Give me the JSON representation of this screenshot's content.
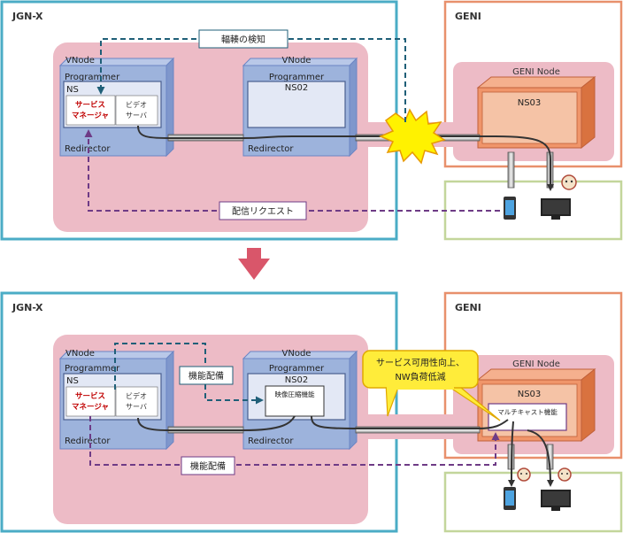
{
  "top": {
    "jgn_label": "JGN-X",
    "geni_label": "GENI",
    "vnode1": {
      "vnode": "VNode",
      "programmer": "Programmer",
      "ns": "NS",
      "service_manager": [
        "サービス",
        "マネージャ"
      ],
      "video_server": [
        "ビデオ",
        "サーバ"
      ],
      "redirector": "Redirector"
    },
    "vnode2": {
      "vnode": "VNode",
      "programmer": "Programmer",
      "ns": "NS02",
      "redirector": "Redirector"
    },
    "geni_node": "GENI Node",
    "ns03": "NS03",
    "congestion_label": "輻輳の検知",
    "request_label": "配信リクエスト"
  },
  "bottom": {
    "jgn_label": "JGN-X",
    "geni_label": "GENI",
    "vnode1": {
      "vnode": "VNode",
      "programmer": "Programmer",
      "ns": "NS",
      "service_manager": [
        "サービス",
        "マネージャ"
      ],
      "video_server": [
        "ビデオ",
        "サーバ"
      ],
      "redirector": "Redirector"
    },
    "vnode2": {
      "vnode": "VNode",
      "programmer": "Programmer",
      "ns": "NS02",
      "compress_label": "映像圧縮機能",
      "redirector": "Redirector"
    },
    "geni_node": "GENI Node",
    "ns03": "NS03",
    "multicast_label": "マルチキャスト機能",
    "deploy_label_1": "機能配備",
    "deploy_label_2": "機能配備",
    "callout": [
      "サービス可用性向上、",
      "NW負荷低減"
    ]
  },
  "colors": {
    "region_border": "#4BACC6",
    "geni_border": "#E8906C",
    "client_border": "#C3D69B",
    "pink": "#EDBBC6",
    "vnode_fill": "#9DB3DC",
    "vnode_border": "#6B85C4",
    "geni_node_fill": "#F0956A",
    "dashed_teal": "#1F5F78",
    "dashed_purple": "#6E3B86",
    "arrow": "#D9566A",
    "callout_fill": "#FFEC3A",
    "callout_border": "#E0A800"
  }
}
